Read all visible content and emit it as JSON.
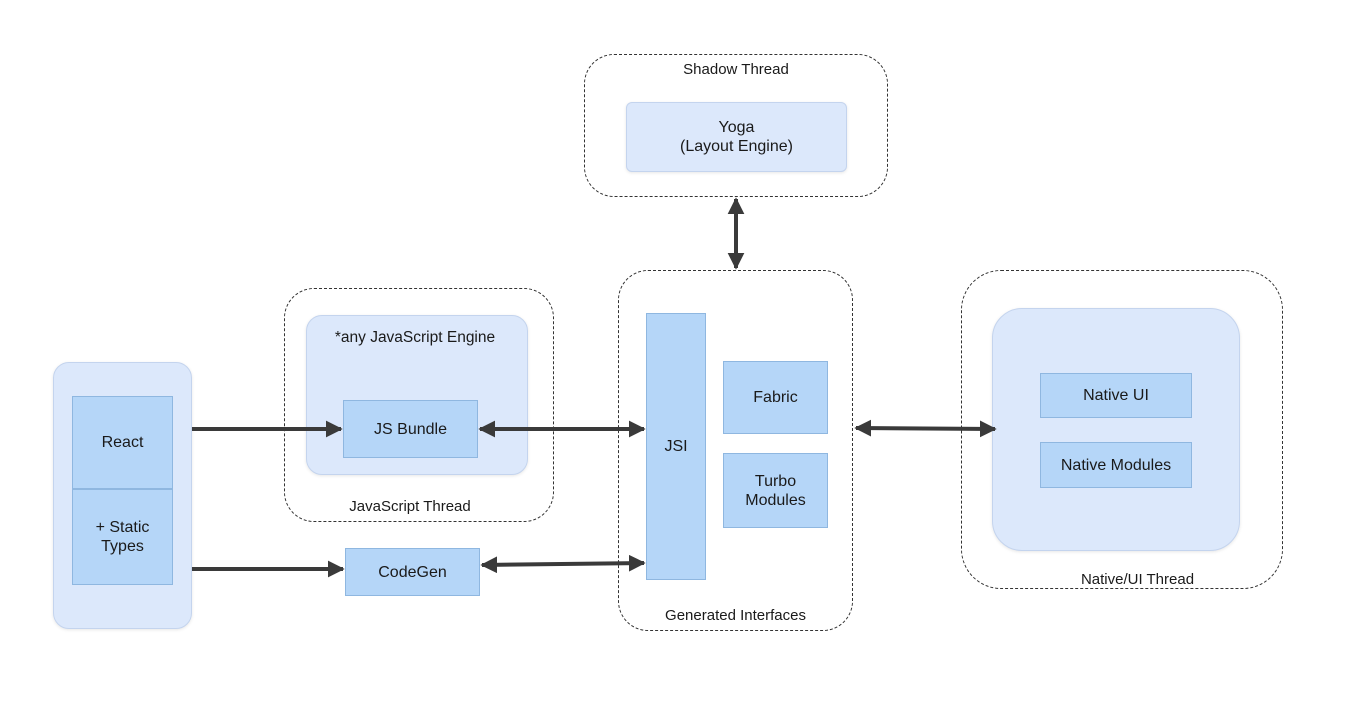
{
  "shadow_thread": {
    "label": "Shadow Thread",
    "yoga": "Yoga\n(Layout Engine)"
  },
  "react_group": {
    "react": "React",
    "static_types": "+ Static\nTypes"
  },
  "javascript_thread": {
    "engine_label": "*any JavaScript Engine",
    "bundle": "JS Bundle",
    "label": "JavaScript Thread"
  },
  "codegen": "CodeGen",
  "generated_interfaces": {
    "jsi": "JSI",
    "fabric": "Fabric",
    "turbo_modules": "Turbo\nModules",
    "label": "Generated Interfaces"
  },
  "native_thread": {
    "native_ui": "Native UI",
    "native_modules": "Native Modules",
    "label": "Native/UI Thread"
  },
  "colors": {
    "box_fill": "#b5d6f8",
    "panel_fill": "#dce8fb",
    "arrow": "#3a3a3a"
  }
}
